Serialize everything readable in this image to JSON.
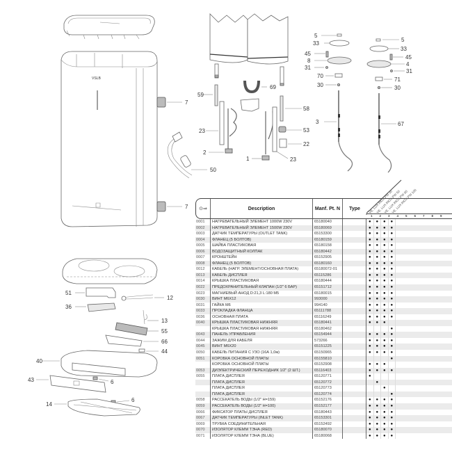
{
  "drawing": {
    "brand_mark": "VSLB",
    "callouts": {
      "bracket_top": "7",
      "bracket_bottom": "7",
      "power_cable": "50",
      "bottom_cover": "51",
      "main_board": "36",
      "cable_12": "12",
      "display_cable": "13",
      "display_board": "55",
      "display_fixer": "66",
      "cable_clamp": "44",
      "lower_cover": "40",
      "control_panel": "43",
      "screw_a": "6",
      "screw_b": "6",
      "plastic_cover": "14",
      "inlet_spreader": "59",
      "connecting_tube": "69",
      "outlet_spreader": "58",
      "anode_left": "23",
      "anode_right": "23",
      "element_2": "2",
      "element_1": "1",
      "dielectric": "53",
      "safety_valve": "22",
      "left_5": "5",
      "left_33": "33",
      "left_45": "45",
      "left_8": "8",
      "left_31": "31",
      "left_70": "70",
      "left_30": "30",
      "left_3": "3",
      "right_5": "5",
      "right_33": "33",
      "right_45": "45",
      "right_4": "4",
      "right_31": "31",
      "right_71": "71",
      "right_30": "30",
      "right_67": "67"
    }
  },
  "table": {
    "key_icon": "key-icon",
    "headers": {
      "description": "Description",
      "manf": "Manf. Pt. N",
      "type": "Type"
    },
    "models": [
      "VE. LUX INOX PW 30",
      "VE. LUX INOX PW 50",
      "VE. LUX INOX PW 80",
      "VE. LUX INOX PW 100"
    ],
    "column_numbers": [
      "1",
      "2",
      "3",
      "4",
      "5",
      "6",
      "7",
      "8",
      "9"
    ],
    "rows": [
      {
        "code": "0001",
        "desc": "НАГРЕВАТЕЛЬНЫЙ ЭЛЕМЕНТ 1000W 230V",
        "manf": "65180040",
        "type": "",
        "models": [
          1,
          1,
          1,
          1
        ]
      },
      {
        "code": "0002",
        "desc": "НАГРЕВАТЕЛЬНЫЙ ЭЛЕМЕНТ 1500W 230V",
        "manf": "65180069",
        "type": "",
        "models": [
          1,
          1,
          1,
          1
        ]
      },
      {
        "code": "0003",
        "desc": "ДАТЧИК ТЕМПЕРАТУРЫ (OUTLET TANK)",
        "manf": "65153300",
        "type": "",
        "models": [
          1,
          1,
          1,
          1
        ]
      },
      {
        "code": "0004",
        "desc": "ФЛАНЕЦ (5 БОЛТОВ)",
        "manf": "65180159",
        "type": "",
        "models": [
          1,
          1,
          1,
          1
        ]
      },
      {
        "code": "0005",
        "desc": "ШАЙБА ПЛАСТИКОВАЯ",
        "manf": "65180158",
        "type": "",
        "models": [
          1,
          1,
          1,
          1
        ]
      },
      {
        "code": "0006",
        "desc": "ВОДОЗАЩИТНЫЙ КОЛПАК",
        "manf": "65180442",
        "type": "",
        "models": [
          1,
          1,
          1,
          1
        ]
      },
      {
        "code": "0007",
        "desc": "КРОНШТЕЙН",
        "manf": "65152905",
        "type": "",
        "models": [
          1,
          1,
          1,
          1
        ]
      },
      {
        "code": "0008",
        "desc": "ФЛАНЕЦ (5 БОЛТОВ)",
        "manf": "65180160",
        "type": "",
        "models": [
          1,
          1,
          1,
          1
        ]
      },
      {
        "code": "0012",
        "desc": "КАБЕЛЬ (НАГР. ЭЛЕМЕНТ/ОСНОВНАЯ ПЛАТА)",
        "manf": "65180072-01",
        "type": "",
        "models": [
          1,
          1,
          1,
          1
        ]
      },
      {
        "code": "0013",
        "desc": "КАБЕЛЬ ДИСПЛЕЯ",
        "manf": "65115286",
        "type": "",
        "models": [
          1,
          1,
          1,
          1
        ]
      },
      {
        "code": "0014",
        "desc": "КРЫШКА ПЛАСТИКОВАЯ",
        "manf": "65180444",
        "type": "",
        "models": [
          1,
          1,
          1,
          1
        ]
      },
      {
        "code": "0022",
        "desc": "ПРЕДОХРАНИТЕЛЬНЫЙ КЛАПАН (1/2\" 6 БАР)",
        "manf": "65151712",
        "type": "",
        "models": [
          1,
          1,
          1,
          1
        ]
      },
      {
        "code": "0023",
        "desc": "МАГНИЕВЫЙ АНОД D:21,3 L:180 M5",
        "manf": "65180015",
        "type": "",
        "models": [
          1,
          1,
          1,
          1
        ]
      },
      {
        "code": "0030",
        "desc": "ВИНТ M6X12",
        "manf": "993000",
        "type": "",
        "models": [
          1,
          1,
          1,
          1
        ]
      },
      {
        "code": "0031",
        "desc": "ГАЙКА M6",
        "manf": "994140",
        "type": "",
        "models": [
          1,
          1,
          1,
          1
        ]
      },
      {
        "code": "0033",
        "desc": "ПРОКЛАДКА ФЛАНЦА",
        "manf": "65111788",
        "type": "",
        "models": [
          1,
          1,
          1,
          1
        ]
      },
      {
        "code": "0036",
        "desc": "ОСНОВНАЯ ПЛАТА",
        "manf": "65116249",
        "type": "",
        "models": [
          1,
          1,
          1,
          1
        ]
      },
      {
        "code": "0040",
        "desc": "КРЫШКА ПЛАСТИКОВАЯ НИЖНЯЯ",
        "manf": "65180441",
        "type": "",
        "models": [
          1,
          1,
          1,
          0
        ]
      },
      {
        "code": "",
        "desc": "КРЫШКА ПЛАСТИКОВАЯ НИЖНЯЯ",
        "manf": "65180462",
        "type": "",
        "models": [
          0,
          0,
          0,
          1
        ]
      },
      {
        "code": "0043",
        "desc": "ПАНЕЛЬ УПРАВЛЕНИЯ",
        "manf": "65154944",
        "type": "",
        "models": [
          1,
          1,
          1,
          1
        ]
      },
      {
        "code": "0044",
        "desc": "ЗАЖИМ ДЛЯ КАБЕЛЯ",
        "manf": "573266",
        "type": "",
        "models": [
          1,
          1,
          1,
          1
        ]
      },
      {
        "code": "0045",
        "desc": "ВИНТ M6X20",
        "manf": "65151225",
        "type": "",
        "models": [
          1,
          1,
          1,
          1
        ]
      },
      {
        "code": "0050",
        "desc": "КАБЕЛЬ ПИТАНИЯ С УЗО (16А 1,0м)",
        "manf": "65150965",
        "type": "",
        "models": [
          1,
          1,
          1,
          1
        ]
      },
      {
        "code": "0051",
        "desc": "КОРОБКА ОСНОВНОЙ ПЛАТЫ",
        "manf": "65155810",
        "type": "",
        "models": [
          0,
          0,
          0,
          1
        ]
      },
      {
        "code": "",
        "desc": "КОРОБКА ОСНОВНОЙ ПЛАТЫ",
        "manf": "65152908",
        "type": "",
        "models": [
          1,
          1,
          1,
          0
        ]
      },
      {
        "code": "0053",
        "desc": "ДИЭЛЕКТРИЧЕСКИЙ ПЕРЕХОДНИК 1/2\" (2 ШТ.)",
        "manf": "65116403",
        "type": "",
        "models": [
          1,
          1,
          1,
          1
        ]
      },
      {
        "code": "0055",
        "desc": "ПЛАТА ДИСПЛЕЯ",
        "manf": "65120771",
        "type": "",
        "models": [
          1,
          0,
          0,
          0
        ]
      },
      {
        "code": "",
        "desc": "ПЛАТА ДИСПЛЕЯ",
        "manf": "65120772",
        "type": "",
        "models": [
          0,
          1,
          0,
          0
        ]
      },
      {
        "code": "",
        "desc": "ПЛАТА ДИСПЛЕЯ",
        "manf": "65120773",
        "type": "",
        "models": [
          0,
          0,
          1,
          0
        ]
      },
      {
        "code": "",
        "desc": "ПЛАТА ДИСПЛЕЯ",
        "manf": "65120774",
        "type": "",
        "models": [
          0,
          0,
          0,
          1
        ]
      },
      {
        "code": "0058",
        "desc": "РАССЕКАТЕЛЬ ВОДЫ (1/2\" H=159)",
        "manf": "65152176",
        "type": "",
        "models": [
          1,
          1,
          1,
          1
        ]
      },
      {
        "code": "0059",
        "desc": "РАССЕКАТЕЛЬ ВОДЫ (1/2\" H=100)",
        "manf": "65152177",
        "type": "",
        "models": [
          1,
          1,
          1,
          1
        ]
      },
      {
        "code": "0066",
        "desc": "ФИКСАТОР ПЛАТЫ ДИСПЛЕЯ",
        "manf": "65180443",
        "type": "",
        "models": [
          1,
          1,
          1,
          1
        ]
      },
      {
        "code": "0067",
        "desc": "ДАТЧИК ТЕМПЕРАТУРЫ (INLET TANK)",
        "manf": "65153301",
        "type": "",
        "models": [
          1,
          1,
          1,
          1
        ]
      },
      {
        "code": "0069",
        "desc": "ТРУБКА СОЕДИНИТЕЛЬНАЯ",
        "manf": "65152492",
        "type": "",
        "models": [
          1,
          1,
          1,
          1
        ]
      },
      {
        "code": "0070",
        "desc": "ИЗОЛЯТОР КЛЕММ ТЭНА (RED)",
        "manf": "65180070",
        "type": "",
        "models": [
          1,
          1,
          1,
          1
        ]
      },
      {
        "code": "0071",
        "desc": "ИЗОЛЯТОР КЛЕММ ТЭНА (BLUE)",
        "manf": "65180068",
        "type": "",
        "models": [
          1,
          1,
          1,
          1
        ]
      }
    ]
  }
}
